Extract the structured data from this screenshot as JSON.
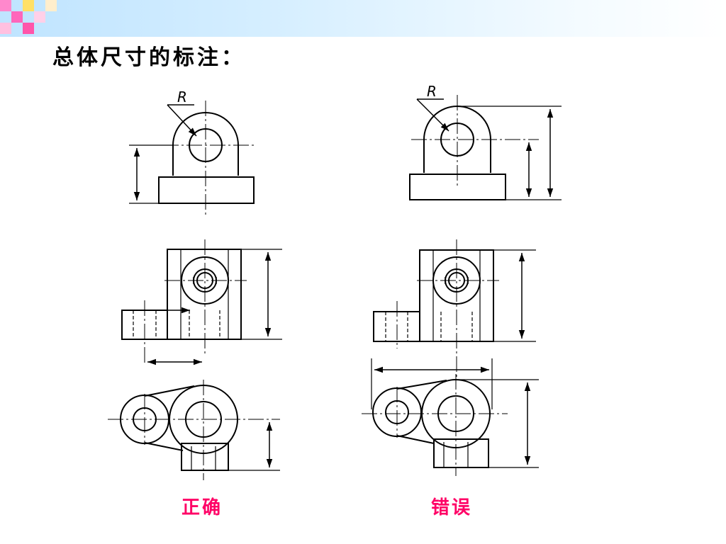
{
  "slide": {
    "title": "总体尺寸的标注："
  },
  "drawings": {
    "correct": {
      "caption": "正确",
      "radius_label": "R"
    },
    "wrong": {
      "caption": "错误",
      "radius_label": "R"
    }
  },
  "colors": {
    "caption": "#ff0066",
    "header_band": "#bfe4ff",
    "mosaic_pink": "#ff66cc",
    "mosaic_yellow": "#ffdd55"
  }
}
